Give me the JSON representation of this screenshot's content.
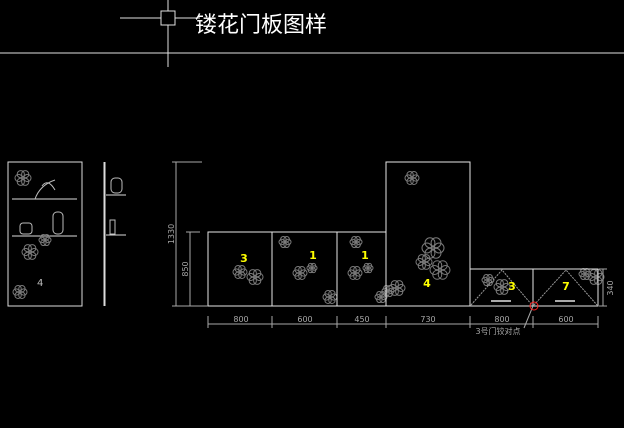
{
  "title": "镂花门板图样",
  "side_panel": {
    "label": "4"
  },
  "panels": [
    {
      "label": "3",
      "width": "800"
    },
    {
      "label": "1",
      "width": "600"
    },
    {
      "label": "1",
      "width": "450"
    },
    {
      "label": "4",
      "width": "730"
    },
    {
      "label": "3",
      "width": "800"
    },
    {
      "label": "7",
      "width": "600"
    }
  ],
  "vertical_dims": {
    "total": "1330",
    "mid": "850",
    "low": "340"
  },
  "hinge_note": "3号门铰对点",
  "colors": {
    "line": "#e6e6e6",
    "label": "#ffff00",
    "dim": "#a8a8a8",
    "flower": "#7a7a7a",
    "marker": "#ff2020"
  }
}
